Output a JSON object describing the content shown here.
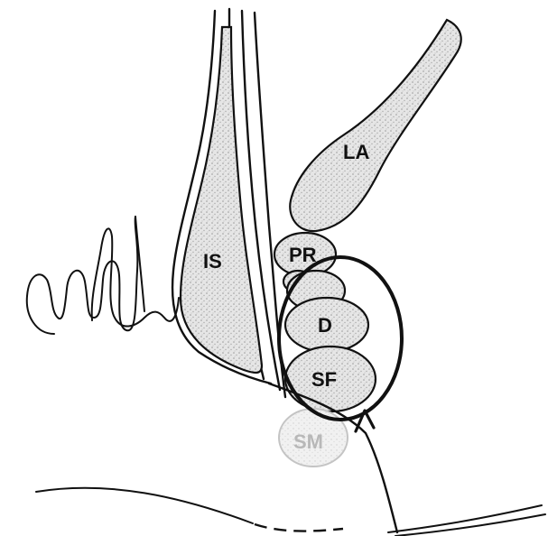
{
  "labels": {
    "la": "LA",
    "is": "IS",
    "pr": "PR",
    "d": "D",
    "sf": "SF",
    "sm": "SM"
  },
  "colors": {
    "ink": "#111111",
    "muscle_fill": "#e4e4e4",
    "faint_ink": "#b8b8b8"
  }
}
